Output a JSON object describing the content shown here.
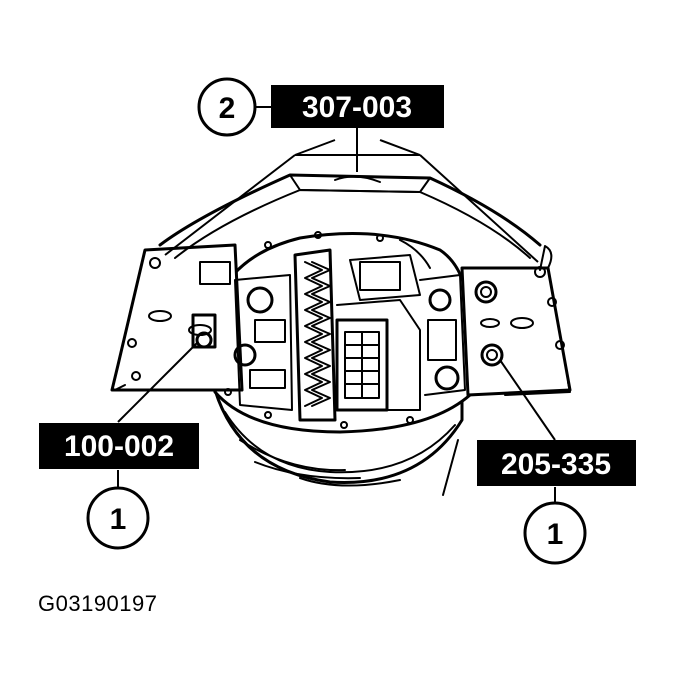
{
  "figure": {
    "callouts": [
      {
        "number": "2",
        "tool": "307-003"
      },
      {
        "number": "1",
        "tool": "100-002"
      },
      {
        "number": "1",
        "tool": "205-335"
      }
    ],
    "image_code": "G03190197"
  }
}
